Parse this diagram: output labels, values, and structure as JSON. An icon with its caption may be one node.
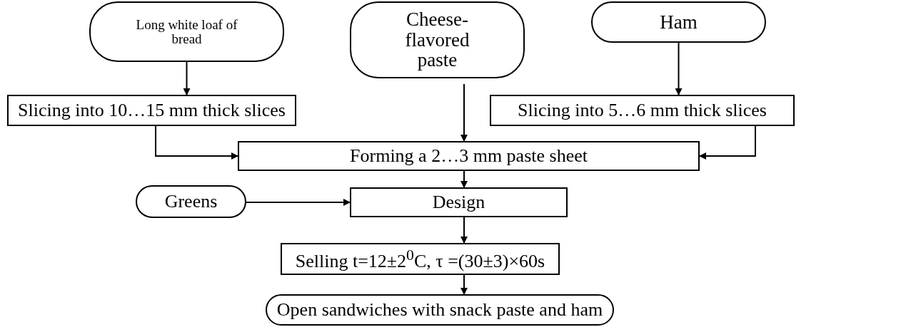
{
  "diagram": {
    "nodes": [
      {
        "text": [
          "Long white loaf of bread"
        ]
      },
      {
        "text": [
          "Cheese-flavored paste"
        ]
      },
      {
        "text": [
          "Ham"
        ]
      },
      {
        "text": [
          "Slicing into 10…15 mm thick slices"
        ]
      },
      {
        "text": [
          "Slicing into 5…6 mm thick slices"
        ]
      },
      {
        "text": [
          "Forming a 2…3 mm paste sheet"
        ]
      },
      {
        "text": [
          "Greens"
        ]
      },
      {
        "text": [
          "Design"
        ]
      },
      {
        "text": [
          "Selling t=12±2$^{0}$C, τ =(30±3)×60s"
        ]
      },
      {
        "text": [
          "Open sandwiches with snack paste and ham"
        ]
      }
    ],
    "edges": [
      {
        "from": 0,
        "to": 3,
        "arrow": "to"
      },
      {
        "from": 2,
        "to": 4,
        "arrow": "to"
      },
      {
        "from": 1,
        "to": 5,
        "arrow": "to"
      },
      {
        "from": 3,
        "to": 5,
        "arrow": "to"
      },
      {
        "from": 4,
        "to": 5,
        "arrow": "to"
      },
      {
        "from": 6,
        "to": 7,
        "arrow": "to"
      },
      {
        "from": 5,
        "to": 7,
        "arrow": "to"
      },
      {
        "from": 7,
        "to": 8,
        "arrow": "to"
      },
      {
        "from": 8,
        "to": 9,
        "arrow": "to"
      }
    ]
  }
}
